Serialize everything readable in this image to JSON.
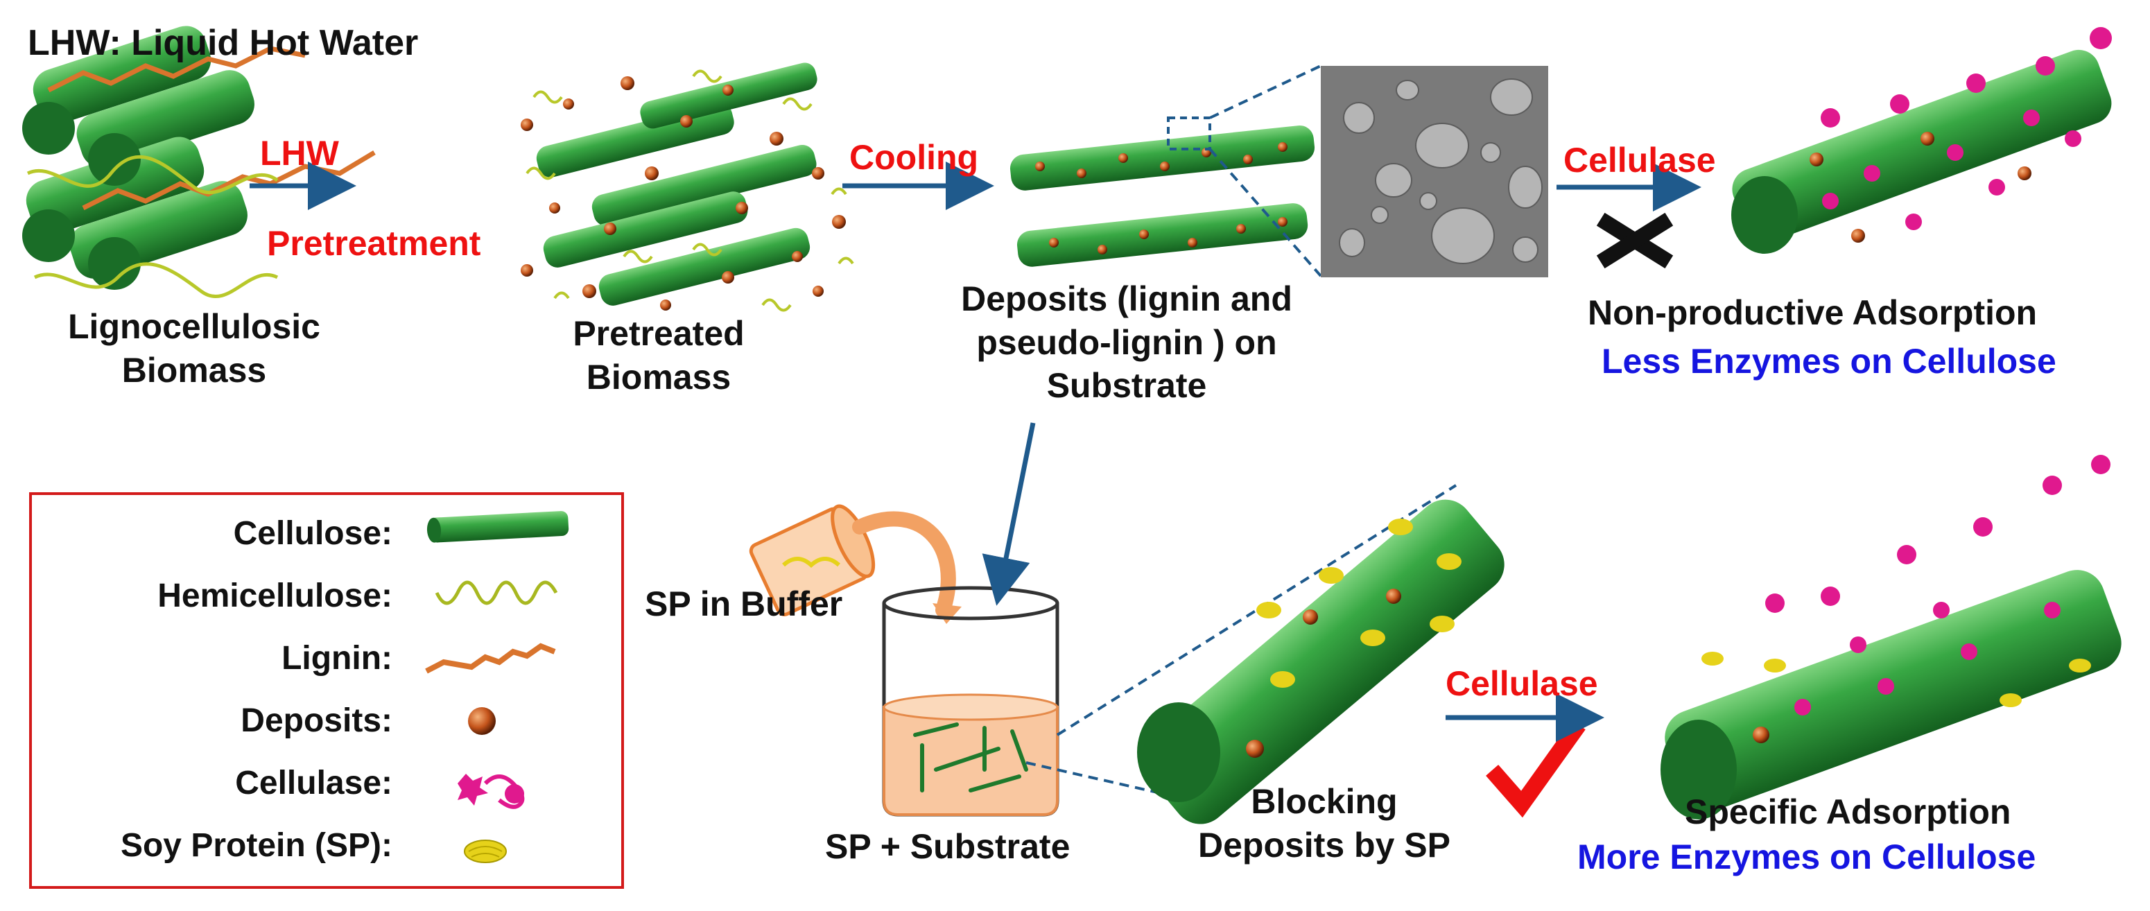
{
  "title": "LHW: Liquid Hot Water",
  "steps": {
    "biomass": "Lignocellulosic\nBiomass",
    "pretreated": "Pretreated\nBiomass",
    "deposits": "Deposits (lignin and\npseudo-lignin ) on\nSubstrate",
    "sp_in_buffer": "SP in Buffer",
    "sp_substrate": "SP + Substrate",
    "blocking": "Blocking\nDeposits by SP"
  },
  "arrows": {
    "lhw": "LHW",
    "pretreatment": "Pretreatment",
    "cooling": "Cooling",
    "cellulase_top": "Cellulase",
    "cellulase_bottom": "Cellulase"
  },
  "outcomes": {
    "top_title": "Non-productive Adsorption",
    "top_sub": "Less Enzymes on Cellulose",
    "bottom_title": "Specific Adsorption",
    "bottom_sub": "More Enzymes on Cellulose"
  },
  "legend": [
    {
      "label": "Cellulose:",
      "icon": "cellulose-rod-icon"
    },
    {
      "label": "Hemicellulose:",
      "icon": "hemicellulose-coil-icon"
    },
    {
      "label": "Lignin:",
      "icon": "lignin-zigzag-icon"
    },
    {
      "label": "Deposits:",
      "icon": "deposit-sphere-icon"
    },
    {
      "label": "Cellulase:",
      "icon": "cellulase-enzyme-icon"
    },
    {
      "label": "Soy Protein (SP):",
      "icon": "soy-protein-icon"
    }
  ],
  "colors": {
    "cellulose": "#2f9e3f",
    "hemicellulose": "#a8b820",
    "lignin": "#d9742d",
    "deposit": "#c4541b",
    "cellulase": "#e0198e",
    "soy_protein": "#e6d21a",
    "arrow": "#1f5a8c",
    "red_text": "#ee1111",
    "blue_text": "#1515e0"
  }
}
